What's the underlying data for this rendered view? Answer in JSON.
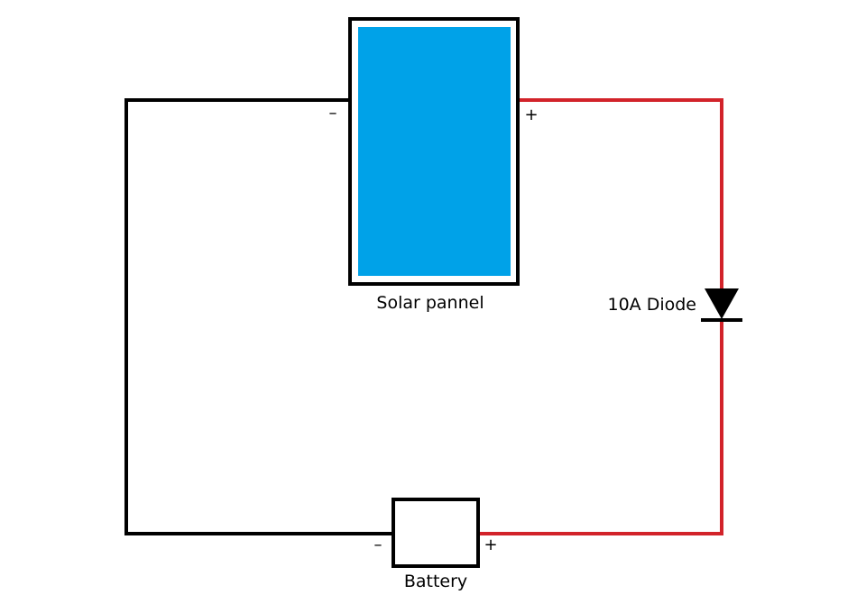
{
  "components": {
    "solar_panel": {
      "label": "Solar pannel",
      "negative_sign": "–",
      "positive_sign": "+"
    },
    "diode": {
      "label": "10A Diode"
    },
    "battery": {
      "label": "Battery",
      "negative_sign": "–",
      "positive_sign": "+"
    }
  },
  "colors": {
    "negative_wire": "#000000",
    "positive_wire": "#d2232a",
    "panel_fill": "#00a2e8",
    "outline": "#000000"
  }
}
